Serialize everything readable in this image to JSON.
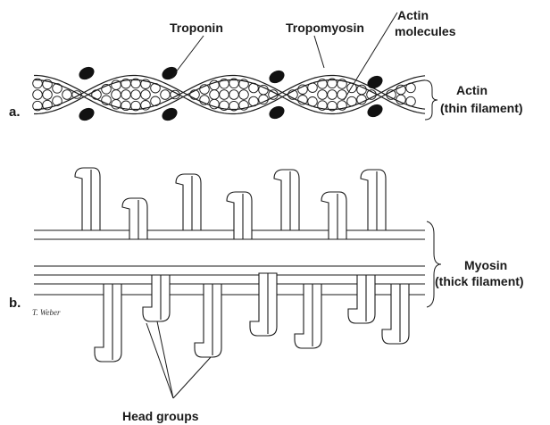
{
  "part_a": {
    "letter": "a.",
    "labels": {
      "troponin": "Troponin",
      "tropomyosin": "Tropomyosin",
      "actin_molecules_line1": "Actin",
      "actin_molecules_line2": "molecules",
      "filament_line1": "Actin",
      "filament_line2": "(thin filament)"
    }
  },
  "part_b": {
    "letter": "b.",
    "labels": {
      "filament_line1": "Myosin",
      "filament_line2": "(thick filament)",
      "head_groups": "Head groups"
    },
    "artist_signature": "T. Weber"
  },
  "colors": {
    "ink": "#1a1a1a",
    "background": "#ffffff"
  }
}
